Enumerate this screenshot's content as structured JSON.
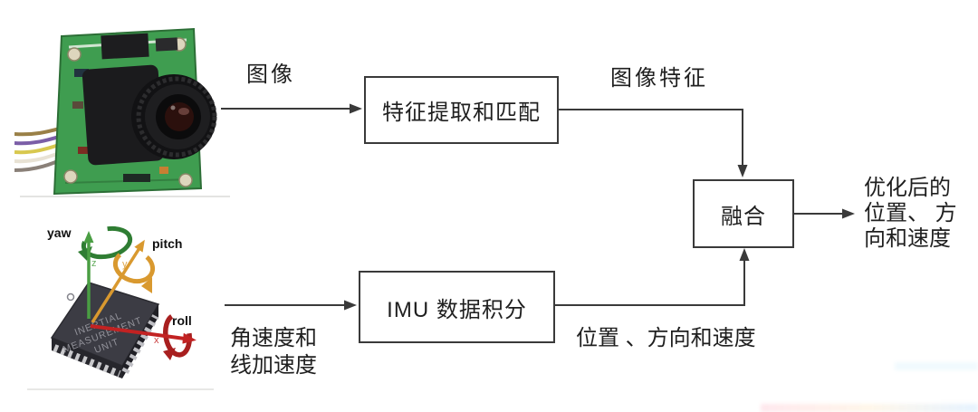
{
  "flow": {
    "camera_to_feature_label": "图像",
    "feature_to_fusion_label": "图像特征",
    "imu_input_label_lines": [
      "角速度和",
      "线加速度"
    ],
    "imu_to_fusion_label": "位置 、方向和速度",
    "fusion_output_lines": [
      "优化后的",
      "位置、 方",
      "向和速度"
    ]
  },
  "boxes": {
    "feature_extraction_label": "特征提取和匹配",
    "imu_integration_label": "IMU 数据积分",
    "fusion_label": "融合"
  },
  "imu_photo": {
    "yaw_label": "yaw",
    "pitch_label": "pitch",
    "roll_label": "roll",
    "z_axis_label": "z",
    "y_axis_label": "y",
    "x_axis_label": "x",
    "chip_text_lines": [
      "INERTIAL",
      "MEASUREMENT",
      "UNIT"
    ]
  },
  "colors": {
    "connector": "#3a3a3a",
    "box_border": "#3a3a3a",
    "label_text": "#1f1f1f",
    "pcb_green": "#3f9d50",
    "yaw_green": "#2f7d33",
    "pitch_orange": "#d9992f",
    "roll_red": "#c22222"
  }
}
